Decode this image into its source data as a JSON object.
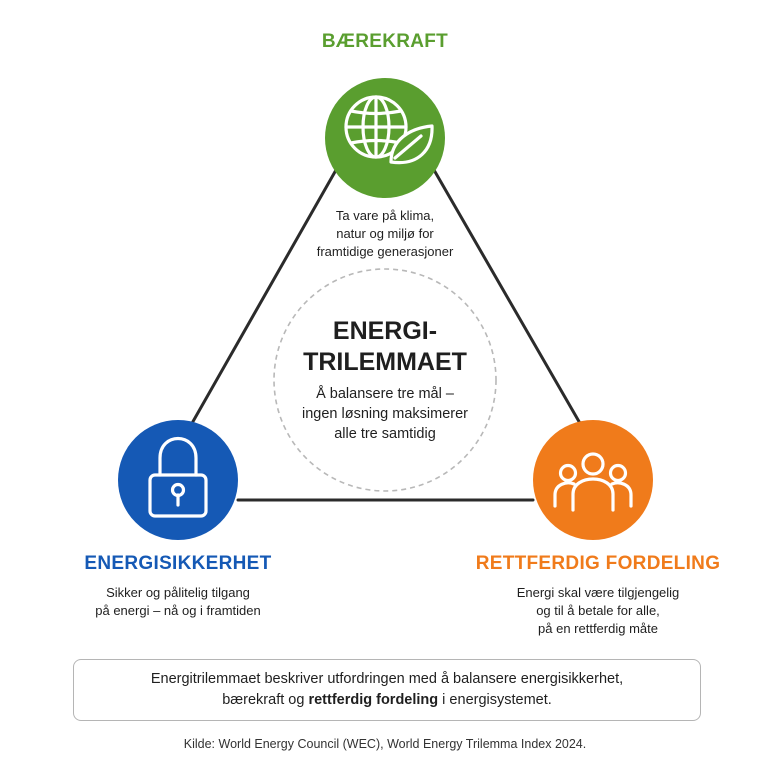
{
  "colors": {
    "green": "#5a9e2f",
    "blue": "#1559b5",
    "orange": "#f07b1b",
    "line": "#2b2b2b",
    "dashed": "#b8b8b8"
  },
  "center": {
    "title_lines": [
      "ENERGI-",
      "TRILEMMAET"
    ],
    "desc_lines": [
      "Å balansere tre mål –",
      "ingen løsning maksimerer",
      "alle tre samtidig"
    ]
  },
  "pillars": {
    "top": {
      "title": "BÆREKRAFT",
      "icon": "globe-leaf-icon",
      "desc_lines": [
        "Ta vare på klima,",
        "natur og miljø for",
        "framtidige generasjoner"
      ]
    },
    "left": {
      "title": "ENERGISIKKERHET",
      "icon": "padlock-icon",
      "desc_lines": [
        "Sikker og pålitelig tilgang",
        "på energi – nå og i framtiden"
      ]
    },
    "right": {
      "title": "RETTFERDIG FORDELING",
      "icon": "people-group-icon",
      "desc_lines": [
        "Energi skal være tilgjengelig",
        "og til å betale for alle,",
        "på en rettferdig måte"
      ]
    }
  },
  "summary": {
    "line1": "Energitrilemmaet beskriver utfordringen med å balansere energisikkerhet,",
    "line2_pre": "bærekraft og ",
    "line2_bold": "rettferdig fordeling",
    "line2_post": " i energisystemet."
  },
  "source": "Kilde: World Energy Council (WEC), World Energy Trilemma Index 2024."
}
